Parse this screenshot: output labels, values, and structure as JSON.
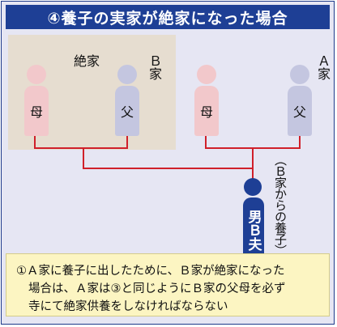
{
  "title": "④養子の実家が絶家になった場合",
  "families": {
    "left": {
      "status": "絶家",
      "house": "Ｂ家",
      "mother": "母",
      "father": "父"
    },
    "right": {
      "house": "Ａ家",
      "mother": "母",
      "father": "父"
    }
  },
  "adoptee": {
    "label": "男Ｂ夫",
    "caption": "（Ｂ家からの養子）"
  },
  "note": {
    "lines": [
      "①Ａ家に養子に出したために、Ｂ家が絶家になった",
      "場合は、Ａ家は③と同じようにＢ家の父母を必ず",
      "寺にて絶家供養をしなければならない"
    ]
  },
  "colors": {
    "title_bg": "#1e3f95",
    "background": "#e6e6f3",
    "zetsuke_bg": "#e6ddd0",
    "mother": "#f2c8cb",
    "father": "#c4c6e0",
    "adoptee": "#1e3f95",
    "line": "#d0202a",
    "note_bg": "#fcf5c2"
  }
}
